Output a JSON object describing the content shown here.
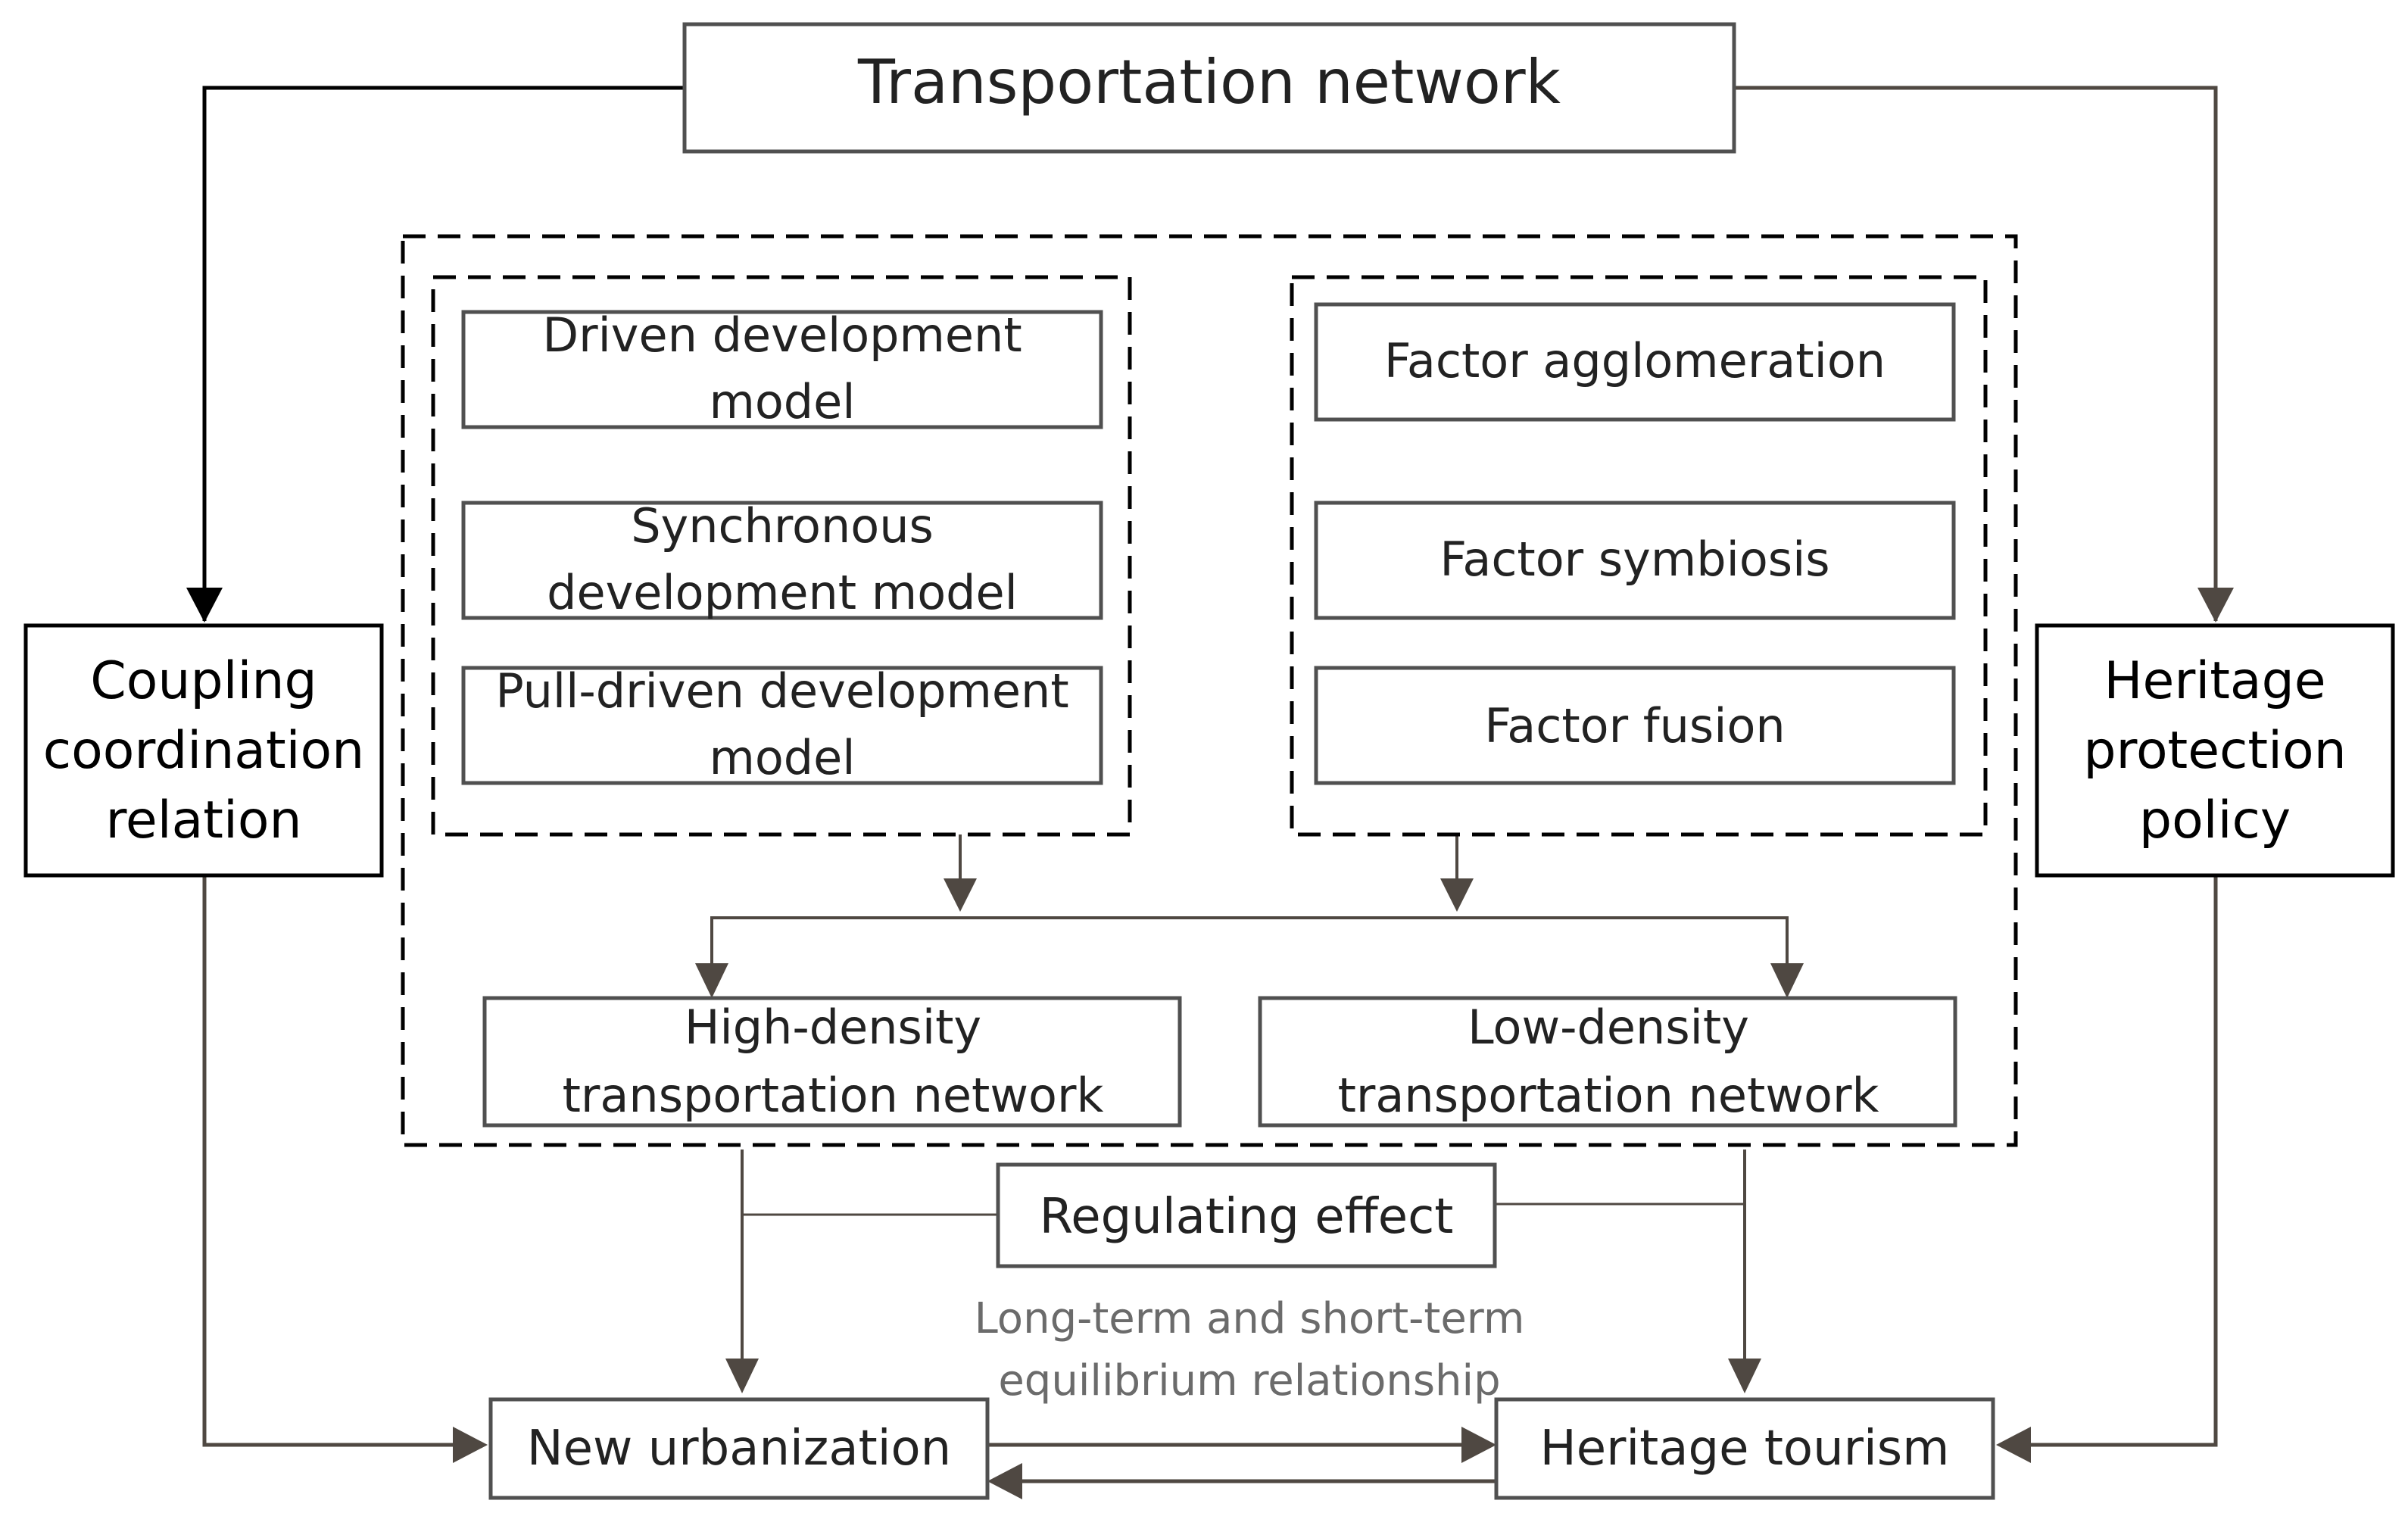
{
  "nodes": {
    "transportation_network": "Transportation network",
    "coupling_coordination": [
      "Coupling",
      "coordination",
      "relation"
    ],
    "heritage_protection_policy": [
      "Heritage",
      "protection",
      "policy"
    ],
    "driven_development_model": [
      "Driven development",
      "model"
    ],
    "synchronous_development_model": [
      "Synchronous",
      "development model"
    ],
    "pull_driven_development_model": [
      "Pull-driven development",
      "model"
    ],
    "factor_agglomeration": "Factor agglomeration",
    "factor_symbiosis": "Factor symbiosis",
    "factor_fusion": "Factor fusion",
    "high_density_network": [
      "High-density",
      "transportation network"
    ],
    "low_density_network": [
      "Low-density",
      "transportation network"
    ],
    "regulating_effect": "Regulating effect",
    "new_urbanization": "New urbanization",
    "heritage_tourism": "Heritage tourism"
  },
  "annotations": {
    "equilibrium": [
      "Long-term and short-term",
      "equilibrium relationship"
    ]
  },
  "colors": {
    "line_dark": "#000000",
    "line_brown": "#4f4842",
    "box_border": "#505050",
    "annotation_text": "#6b6b6b",
    "text": "#222222"
  }
}
